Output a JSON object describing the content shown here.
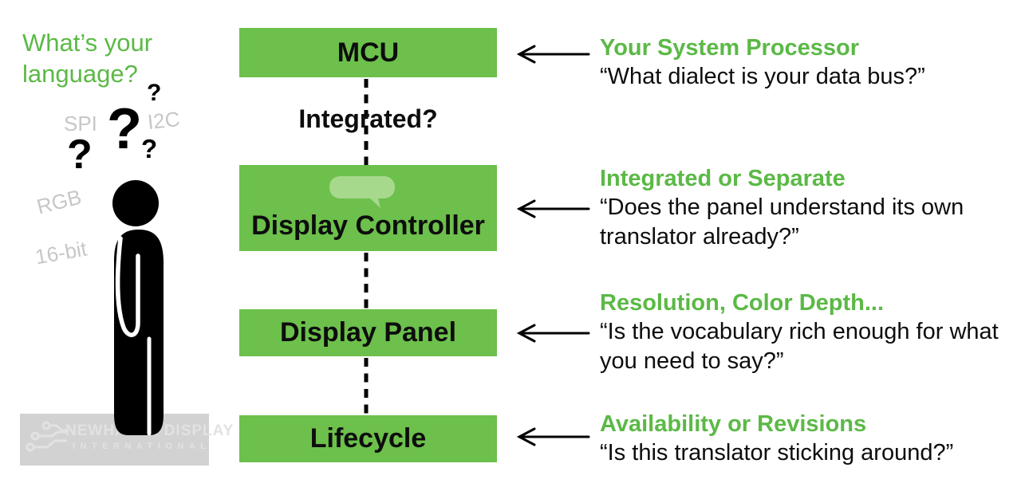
{
  "colors": {
    "green_box": "#6cc04b",
    "green_text": "#5bb946",
    "bubble_green": "#a7d98d",
    "gray_term": "#c7c7c7",
    "watermark_bg": "#d2d2d2",
    "watermark_text": "#e2e2e2",
    "black": "#0d0d0d"
  },
  "icons": {
    "person": "person-silhouette",
    "bubble": "speech-bubble-icon",
    "arrow": "left-arrow-icon",
    "logo": "newhaven-circuit-logo"
  },
  "left_panel": {
    "title": "What’s your language?",
    "floating_terms": [
      "SPI",
      "I2C",
      "RGB",
      "16-bit"
    ],
    "question_marks": [
      "?",
      "?",
      "?",
      "?"
    ],
    "watermark": {
      "line1": "NEWHAVEN DISPLAY",
      "line2": "INTERNATIONAL"
    }
  },
  "flow": {
    "connector_label": "Integrated?",
    "nodes": [
      {
        "label": "MCU"
      },
      {
        "label": "Display Controller",
        "icon": "speech-bubble"
      },
      {
        "label": "Display Panel"
      },
      {
        "label": "Lifecycle"
      }
    ]
  },
  "annotations": [
    {
      "heading": "Your System Processor",
      "body": "“What dialect is your data bus?”"
    },
    {
      "heading": "Integrated or Separate",
      "body": "“Does the panel understand its own translator already?”"
    },
    {
      "heading": "Resolution, Color Depth...",
      "body": "“Is the vocabulary rich enough for what you need to say?”"
    },
    {
      "heading": "Availability or Revisions",
      "body": "“Is this translator sticking around?”"
    }
  ]
}
